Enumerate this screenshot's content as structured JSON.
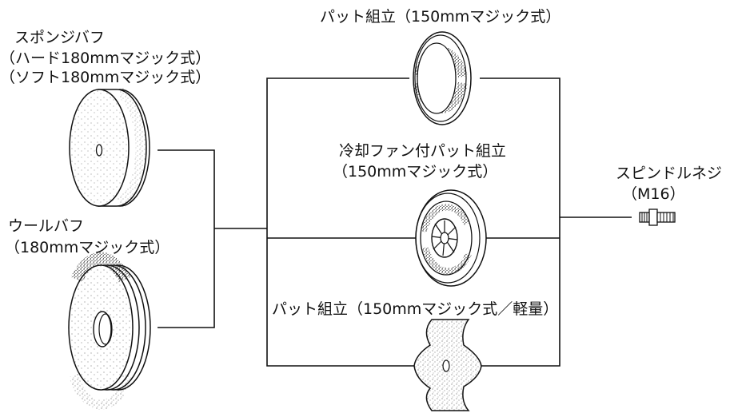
{
  "labels": {
    "sponge_title": "スポンジバフ",
    "sponge_hard": "（ハード180mmマジック式）",
    "sponge_soft": "（ソフト180mmマジック式）",
    "wool_title": "ウールバフ",
    "wool_size": "（180mmマジック式）",
    "pad_top": "パット組立（150mmマジック式）",
    "pad_fan_title": "冷却ファン付パット組立",
    "pad_fan_size": "（150mmマジック式）",
    "pad_light": "パット組立（150mmマジック式／軽量）",
    "spindle_title": "スピンドルネジ",
    "spindle_size": "（M16）"
  },
  "colors": {
    "ink": "#111111",
    "background": "#ffffff"
  },
  "icons": [
    "sponge-buff-icon",
    "wool-buff-icon",
    "pad-assembly-icon",
    "cooling-fan-pad-icon",
    "lightweight-pad-icon",
    "spindle-screw-icon"
  ]
}
